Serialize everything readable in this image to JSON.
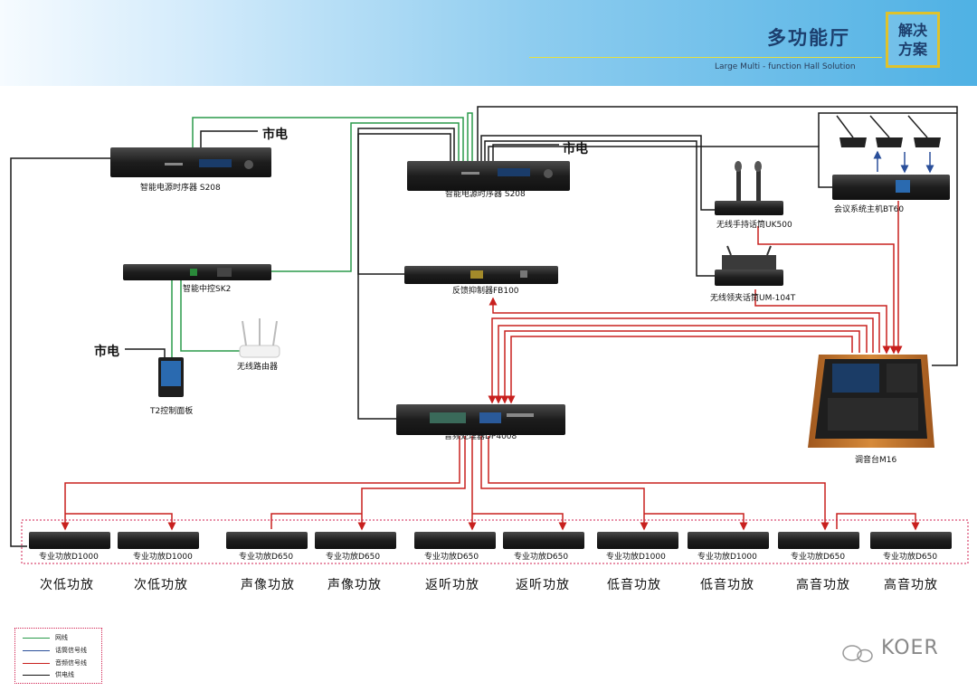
{
  "header": {
    "title": "多功能厅",
    "badge_line1": "解决",
    "badge_line2": "方案",
    "subtitle": "Large Multi - function Hall Solution"
  },
  "devices": {
    "seq1": "智能电源时序器 S208",
    "seq2": "智能电源时序器 S208",
    "sk2": "智能中控SK2",
    "router": "无线路由器",
    "t2": "T2控制面板",
    "fb": "反馈抑制器FB100",
    "dp": "音频处理器DP4008",
    "uk500": "无线手持话筒UK500",
    "um104": "无线领夹话筒UM-104T",
    "bt60": "会议系统主机BT60",
    "mixer": "调音台M16"
  },
  "mains": {
    "left_top": "市电",
    "center_top": "市电",
    "left_mid": "市电"
  },
  "amps": [
    {
      "model": "专业功放D1000",
      "group": "次低功放"
    },
    {
      "model": "专业功放D1000",
      "group": "次低功放"
    },
    {
      "model": "专业功放D650",
      "group": "声像功放"
    },
    {
      "model": "专业功放D650",
      "group": "声像功放"
    },
    {
      "model": "专业功放D650",
      "group": "返听功放"
    },
    {
      "model": "专业功放D650",
      "group": "返听功放"
    },
    {
      "model": "专业功放D1000",
      "group": "低音功放"
    },
    {
      "model": "专业功放D1000",
      "group": "低音功放"
    },
    {
      "model": "专业功放D650",
      "group": "高音功放"
    },
    {
      "model": "专业功放D650",
      "group": "高音功放"
    }
  ],
  "legend": [
    {
      "label": "网线",
      "color": "#2a9a4a"
    },
    {
      "label": "话筒信号线",
      "color": "#2a4f9a"
    },
    {
      "label": "音频信号线",
      "color": "#c8201e"
    },
    {
      "label": "供电线",
      "color": "#111111"
    }
  ],
  "brand": "KOER",
  "colors": {
    "network": "#2a9a4a",
    "mic": "#2a4f9a",
    "audio": "#c8201e",
    "power": "#1a1a1a"
  }
}
